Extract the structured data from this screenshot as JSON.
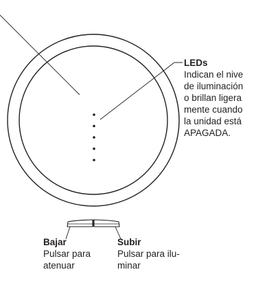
{
  "leds": {
    "title": "LEDs",
    "lines": [
      "Indican el nive",
      "de iluminación",
      "o brillan ligera",
      "mente cuando",
      "la unidad está",
      "APAGADA."
    ],
    "dot_count": 5
  },
  "bajar": {
    "title": "Bajar",
    "lines": [
      "Pulsar para",
      "atenuar"
    ]
  },
  "subir": {
    "title": "Subir",
    "lines": [
      "Pulsar para ilu-",
      "minar"
    ]
  }
}
